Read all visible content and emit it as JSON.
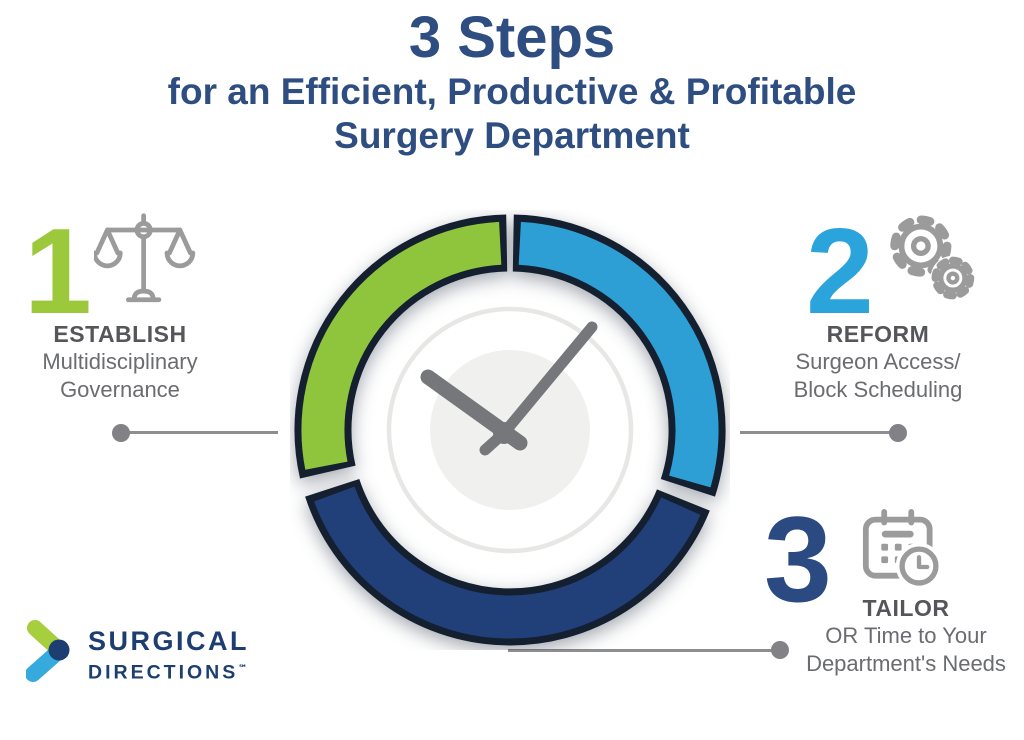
{
  "title": {
    "line1": "3 Steps",
    "line2": "for an Efficient, Productive & Profitable",
    "line3": "Surgery Department"
  },
  "steps": [
    {
      "number": "1",
      "icon": "scales-icon",
      "heading": "ESTABLISH",
      "line1": "Multidisciplinary",
      "line2": "Governance"
    },
    {
      "number": "2",
      "icon": "gears-icon",
      "heading": "REFORM",
      "line1": "Surgeon Access/",
      "line2": "Block Scheduling"
    },
    {
      "number": "3",
      "icon": "calendar-clock-icon",
      "heading": "TAILOR",
      "line1": "OR Time to Your",
      "line2": "Department's Needs"
    }
  ],
  "logo": {
    "name_top": "SURGICAL",
    "name_bottom": "DIRECTIONS",
    "trademark": "℠"
  },
  "colors": {
    "titleNavy": "#2e4d80",
    "stepGreen": "#9cc93c",
    "stepBlue": "#2ba4dc",
    "stepNavy": "#2a4a81",
    "ringGreen": "#8fc43d",
    "ringBlue": "#2d9fd4",
    "ringNavy": "#21407a",
    "ringOutline": "#141f30",
    "iconGray": "#9b9b9c",
    "headingGray": "#55565a",
    "textGray": "#6b6c70",
    "lineGray": "#8e8e91",
    "dotGray": "#828286",
    "handGray": "#76777a",
    "clockCenter": "#f0f0ee",
    "logoNavy": "#1c3e70",
    "logoGreen": "#a6ce3d",
    "logoBlue": "#36a9dd"
  }
}
